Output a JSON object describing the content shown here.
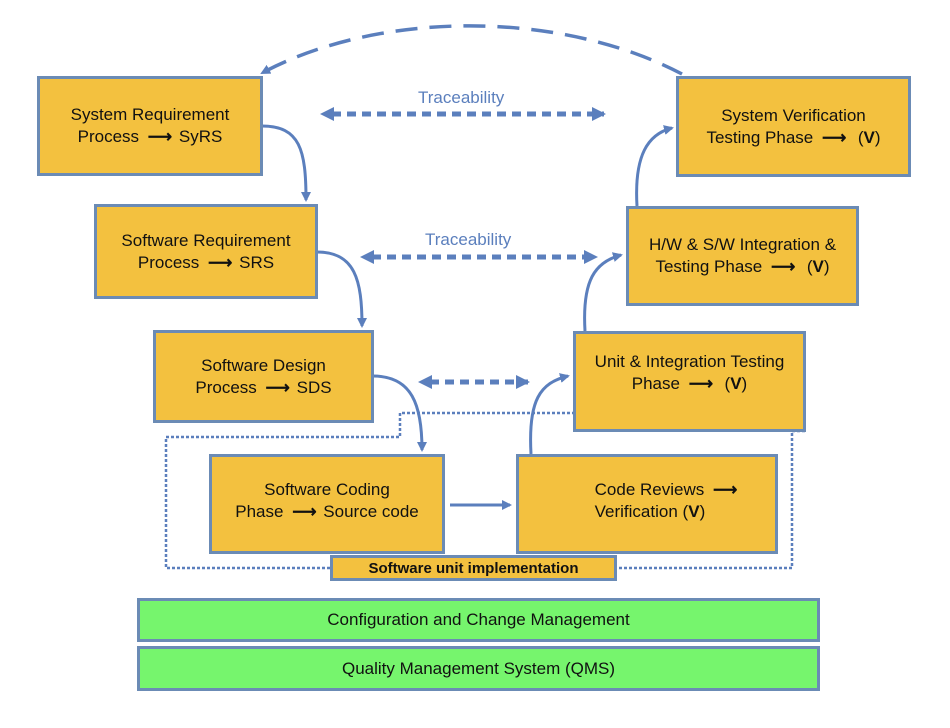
{
  "diagram": {
    "left_boxes": [
      {
        "line1": "System Requirement",
        "line2_left": "Process",
        "line2_right": "SyRS"
      },
      {
        "line1": "Software Requirement",
        "line2_left": "Process",
        "line2_right": "SRS"
      },
      {
        "line1": "Software Design",
        "line2_left": "Process",
        "line2_right": "SDS"
      },
      {
        "line1": "Software Coding",
        "line2_left": "Phase",
        "line2_right": "Source code"
      }
    ],
    "right_boxes": [
      {
        "line1": "System Verification",
        "line2_left": "Testing Phase",
        "v_open": "(",
        "v": "V",
        "v_close": ")"
      },
      {
        "line1": "H/W & S/W Integration &",
        "line2_left": "Testing Phase",
        "v_open": "(",
        "v": "V",
        "v_close": ")"
      },
      {
        "line1": "Unit & Integration Testing",
        "line2_left": "Phase",
        "v_open": "(",
        "v": "V",
        "v_close": ")"
      },
      {
        "line1_left": "Code Reviews",
        "line2": "Verification",
        "v_open": "(",
        "v": "V",
        "v_close": ")"
      }
    ],
    "arrow_glyph": "⟶",
    "traceability": [
      "Traceability",
      "Traceability"
    ],
    "unit_label": "Software unit implementation",
    "bars": [
      "Configuration and Change Management",
      "Quality Management System (QMS)"
    ],
    "colors": {
      "box_fill": "#f3c13f",
      "border": "#6b8bb5",
      "connector": "#5b7fbd",
      "bar_fill": "#76f56d"
    }
  }
}
